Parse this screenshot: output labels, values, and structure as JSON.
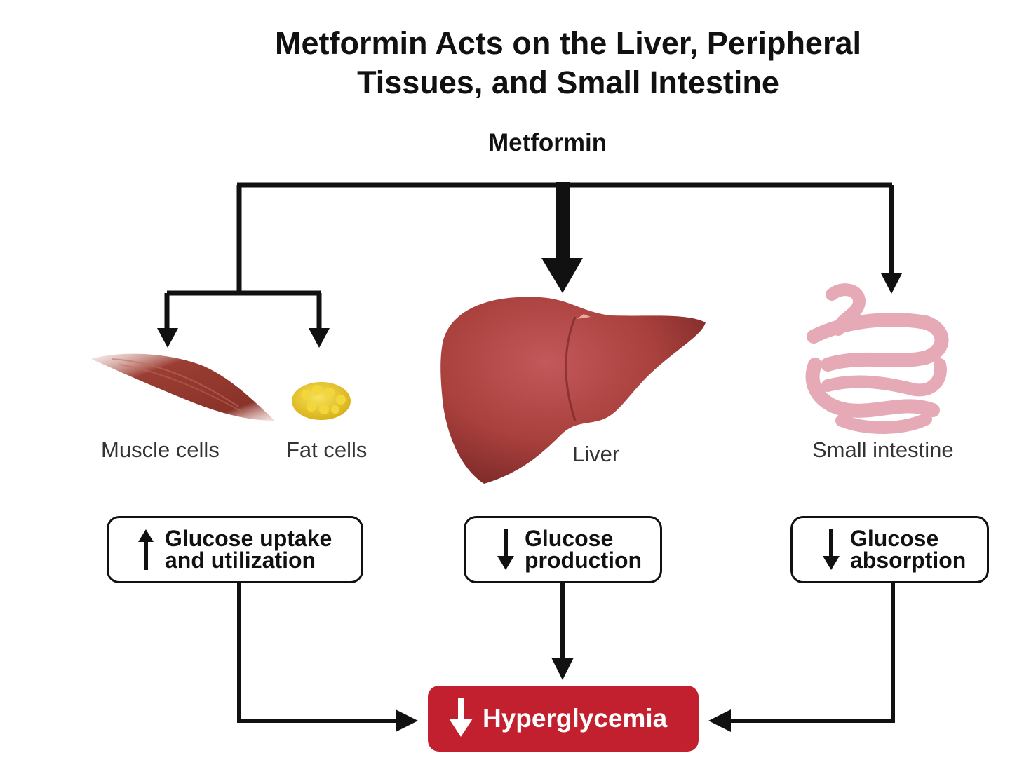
{
  "title": {
    "line1": "Metformin Acts on the Liver, Peripheral",
    "line2": "Tissues, and Small Intestine"
  },
  "drug": "Metformin",
  "organs": {
    "muscle": "Muscle cells",
    "fat": "Fat cells",
    "liver": "Liver",
    "intestine": "Small intestine"
  },
  "effects": {
    "peripheral": {
      "direction": "up",
      "line1": "Glucose uptake",
      "line2": "and utilization"
    },
    "liver": {
      "direction": "down",
      "line1": "Glucose",
      "line2": "production"
    },
    "intestine": {
      "direction": "down",
      "line1": "Glucose",
      "line2": "absorption"
    }
  },
  "outcome": {
    "direction": "down",
    "label": "Hyperglycemia"
  },
  "colors": {
    "outcome_bg": "#c3202f",
    "liver": "#a8403c",
    "muscle": "#9b3d32",
    "fat": "#e8c318",
    "intestine": "#e9b3bc",
    "lines": "#111111"
  }
}
